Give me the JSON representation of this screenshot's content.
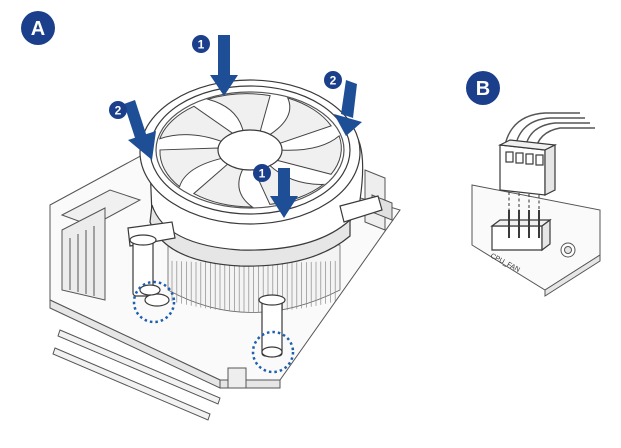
{
  "panels": {
    "a": {
      "label": "A"
    },
    "b": {
      "label": "B"
    }
  },
  "steps": {
    "push_down": "1",
    "diagonal_push": "2"
  },
  "connector": {
    "label": "CPU_FAN"
  },
  "colors": {
    "badge": "#1c3f8c",
    "arrow": "#1e4f96",
    "highlight": "#1f5fb0",
    "outline": "#3a3a3a",
    "fill": "#ffffff",
    "shade": "#d9d9d9"
  }
}
